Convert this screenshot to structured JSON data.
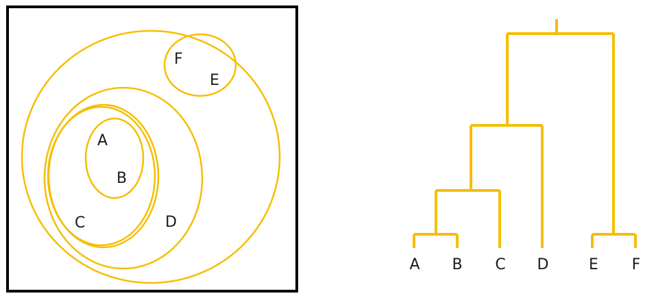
{
  "venn": {
    "labels": {
      "a": "A",
      "b": "B",
      "c": "C",
      "d": "D",
      "e": "E",
      "f": "F"
    }
  },
  "dendrogram": {
    "leaves": [
      "A",
      "B",
      "C",
      "D",
      "E",
      "F"
    ]
  },
  "colors": {
    "cluster": "#F6BE00",
    "frame": "#000000",
    "text": "#1a1a1a"
  }
}
